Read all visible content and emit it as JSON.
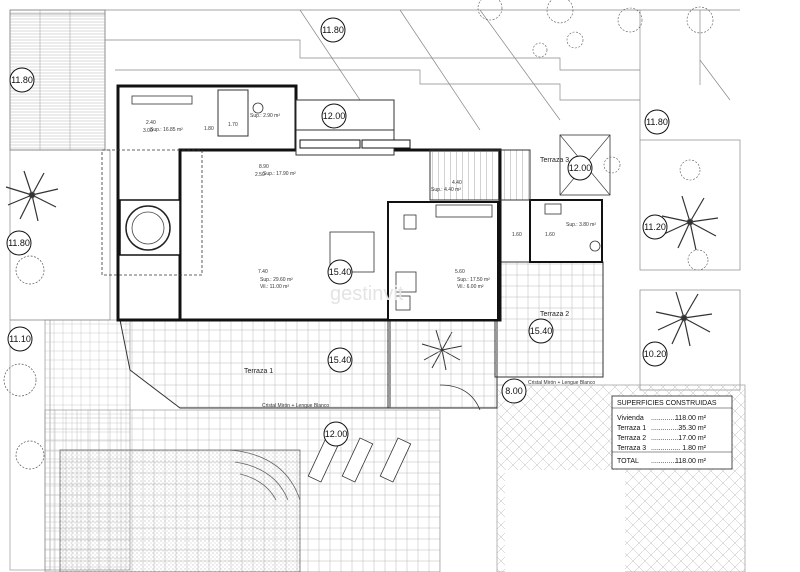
{
  "terraces": {
    "t1": "Terraza 1",
    "t2": "Terraza 2",
    "t3": "Terraza 3"
  },
  "levels": {
    "top": "11.80",
    "left_top": "11.80",
    "left_mid": "11.80",
    "left_low": "11.10",
    "right_top": "11.80",
    "right_mid": "11.20",
    "right_low": "10.20",
    "stair_top": "12.00",
    "terraza3": "12.00",
    "center_mid": "15.40",
    "center_low": "15.40",
    "terraza_right": "15.40",
    "pool": "12.00",
    "garden": "8.00"
  },
  "rooms": {
    "bedroom_top": "Sup.: 16.85 m²",
    "bath_top": "Sup.: 2.90 m²",
    "corridor": "Sup.: 17.90 m²",
    "kitchen": "Sup.: 4.40 m²",
    "bath_right": "Sup.: 3.80 m²",
    "living_sup": "Sup.: 29.60 m²",
    "living_vil": "Vil.: 11.00 m²",
    "bedroom_r_sup": "Sup.: 17.50 m²",
    "bedroom_r_vil": "Vil.: 6.00 m²"
  },
  "dims": {
    "d1": "2.40",
    "d2": "1.70",
    "d3": "1.80",
    "d4": "3.00",
    "d5": "8.90",
    "d6": "4.40",
    "d7": "2.50",
    "d8": "7.40",
    "d9": "5.60",
    "d10": "1.60",
    "d11": "1.60"
  },
  "notes": {
    "t1": "Cristal Mirón + Lengue Blanco",
    "t2": "Cristal Mirón + Lengue Blanco"
  },
  "watermark": "gestinvit",
  "superficies": {
    "title": "SUPERFICIES CONSTRUIDAS",
    "rows": [
      {
        "label": "Vivienda",
        "dots": "...............",
        "value": "118.00 m²"
      },
      {
        "label": "Terraza 1",
        "dots": "...............",
        "value": "35.30 m²"
      },
      {
        "label": "Terraza 2",
        "dots": "...............",
        "value": "17.00 m²"
      },
      {
        "label": "Terraza 3",
        "dots": "...............",
        "value": "1.80 m²"
      }
    ],
    "total_label": "TOTAL",
    "total_dots": "...............",
    "total_value": "118.00 m²"
  }
}
